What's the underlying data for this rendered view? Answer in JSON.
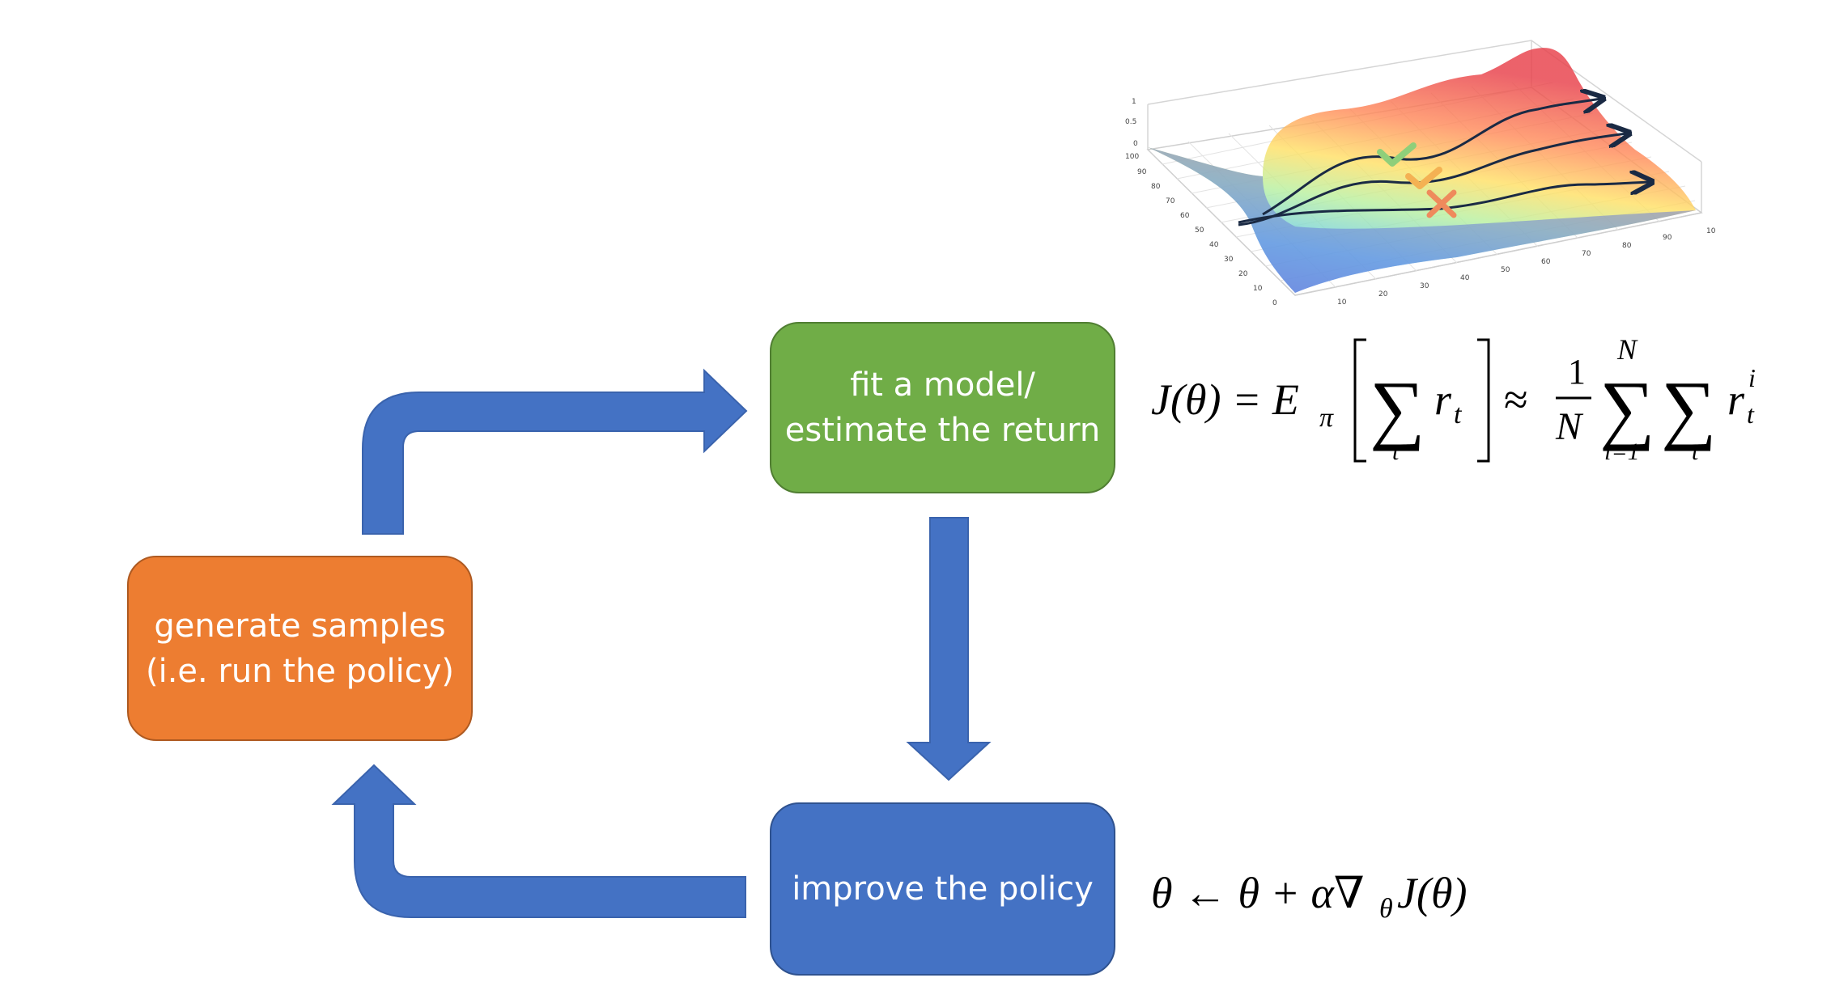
{
  "nodes": {
    "fit": {
      "line1": "fit a model/",
      "line2": "estimate the return",
      "color": "#70ad47"
    },
    "generate": {
      "line1": "generate samples",
      "line2": "(i.e. run the policy)",
      "color": "#ed7d31"
    },
    "improve": {
      "line1": "improve the policy",
      "color": "#4472c4"
    }
  },
  "arrow_color": "#4472c4",
  "equations": {
    "objective": {
      "lhs": "J(θ) = E",
      "lhs_sub": "π",
      "sum_sub": "t",
      "term": "r",
      "term_sub": "t",
      "approx": "≈",
      "frac_num": "1",
      "frac_den": "N",
      "sum2_top": "N",
      "sum2_bottom": "i=1",
      "sum3_sub": "t",
      "term2": "r",
      "term2_sup": "i",
      "term2_sub": "t"
    },
    "update": "θ ← θ + α∇",
    "update_sub": "θ",
    "update_tail": "J(θ)"
  },
  "surface_plot": {
    "z_ticks": [
      "1",
      "0.5",
      "0"
    ],
    "y_ticks": [
      "100",
      "90",
      "80",
      "70",
      "60",
      "50",
      "40",
      "30",
      "20",
      "10",
      "0"
    ],
    "x_ticks": [
      "10",
      "20",
      "30",
      "40",
      "50",
      "60",
      "70",
      "80",
      "90",
      "10"
    ]
  }
}
